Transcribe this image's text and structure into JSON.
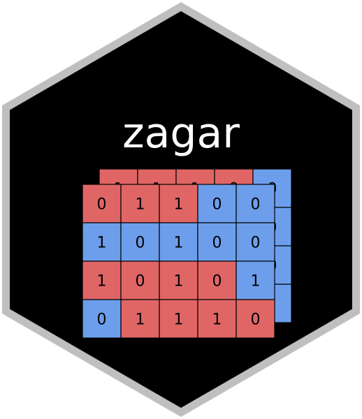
{
  "logo": {
    "title": "zagar",
    "colors": {
      "background": "#ffffff",
      "border": "#bfbfbf",
      "fill": "#000000",
      "title": "#ffffff",
      "red": "#e06666",
      "blue": "#6d9eeb",
      "grid_line": "#000000",
      "digit": "#000000"
    },
    "back_layer": {
      "colors": [
        [
          "red",
          "red",
          "red",
          "red",
          "blue"
        ],
        [
          "red",
          "red",
          "red",
          "red",
          "blue"
        ],
        [
          "red",
          "red",
          "red",
          "red",
          "blue"
        ],
        [
          "red",
          "red",
          "red",
          "red",
          "blue"
        ]
      ],
      "values": [
        [
          "1",
          "1",
          "1",
          "0",
          "0"
        ],
        [
          "",
          "",
          "",
          "",
          "0"
        ],
        [
          "",
          "",
          "",
          "",
          "0"
        ],
        [
          "",
          "",
          "",
          "",
          ""
        ]
      ]
    },
    "front_layer": {
      "colors": [
        [
          "red",
          "red",
          "red",
          "blue",
          "blue"
        ],
        [
          "blue",
          "blue",
          "blue",
          "blue",
          "blue"
        ],
        [
          "red",
          "red",
          "red",
          "red",
          "blue"
        ],
        [
          "blue",
          "red",
          "red",
          "red",
          "red"
        ]
      ],
      "values": [
        [
          "0",
          "1",
          "1",
          "0",
          "0"
        ],
        [
          "1",
          "0",
          "1",
          "0",
          "0"
        ],
        [
          "1",
          "0",
          "1",
          "0",
          "1"
        ],
        [
          "0",
          "1",
          "1",
          "1",
          "0"
        ]
      ]
    }
  }
}
